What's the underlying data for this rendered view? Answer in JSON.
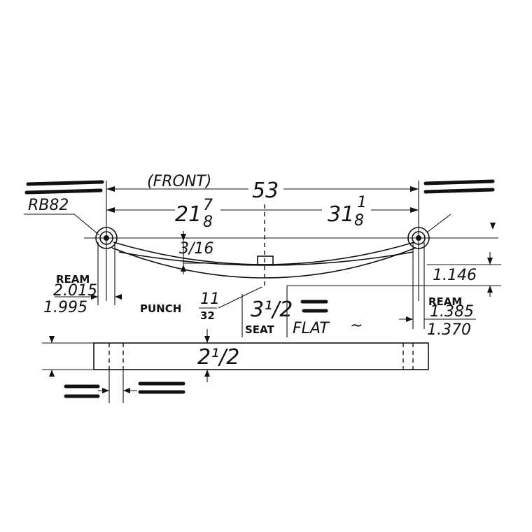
{
  "labels": {
    "part_number": "RB82",
    "front": "(FRONT)",
    "overall_length": "53",
    "front_length_whole": "21",
    "front_length_num": "7",
    "front_length_den": "8",
    "rear_length_whole": "31",
    "rear_length_num": "1",
    "rear_length_den": "8",
    "thickness": "3/16",
    "arch_height": "1.146",
    "ream_front_label": "REAM",
    "ream_front_max": "2.015",
    "ream_front_min": "1.995",
    "punch_label": "PUNCH",
    "punch_num": "11",
    "punch_den": "32",
    "seat_width": "3¹/2",
    "seat_label": "SEAT",
    "flat_label": "FLAT",
    "flat_mark": "~",
    "ream_rear_label": "REAM",
    "ream_rear_max": "1.385",
    "ream_rear_min": "1.370",
    "leaf_width": "2¹/2"
  }
}
